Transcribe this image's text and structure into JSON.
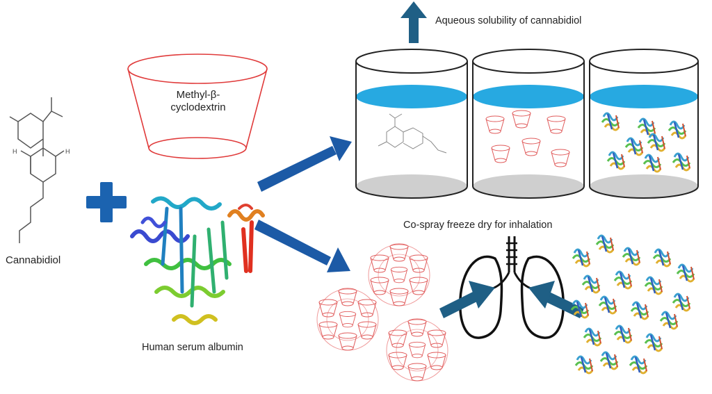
{
  "labels": {
    "cannabidiol": "Cannabidiol",
    "methyl_cyclodextrin": "Methyl-β-cyclodextrin",
    "albumin": "Human serum albumin",
    "aqueous_solubility": "Aqueous solubility of cannabidiol",
    "co_spray": "Co-spray freeze dry for inhalation"
  },
  "icons": {
    "plus": "plus-icon",
    "arrow_up": "arrow-up-icon",
    "lungs": "lungs-icon"
  },
  "colors": {
    "arrow_blue": "#1c5aa6",
    "arrow_dark": "#1f5f85",
    "plus_blue": "#1b63b0",
    "water": "#27a9e1",
    "beaker_bottom": "#cfcfcf",
    "cyclodextrin_red": "#e03a3a",
    "molecule_gray": "#555555"
  },
  "beakers": [
    {
      "content": "cannabidiol-molecule"
    },
    {
      "content": "cyclodextrin-cones"
    },
    {
      "content": "albumin-proteins"
    }
  ]
}
